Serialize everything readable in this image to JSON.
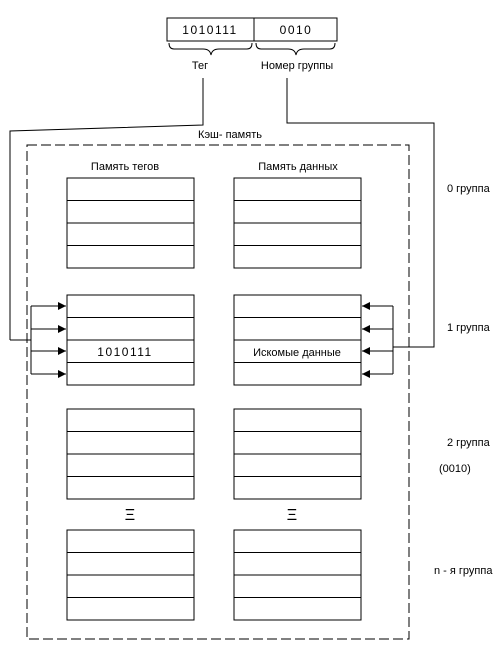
{
  "address": {
    "tag_value": "1010111",
    "group_value": "0010",
    "tag_label": "Тег",
    "group_label": "Номер группы"
  },
  "cache": {
    "title": "Кэш- память",
    "tag_memory_label": "Память тегов",
    "data_memory_label": "Память данных",
    "matched_tag": "1010111",
    "matched_data": "Искомые данные",
    "ellipsis": "Ξ"
  },
  "groups": {
    "g0": "0 группа",
    "g1": "1 группа",
    "g2": "2 группа",
    "g2_code": "(0010)",
    "gn": "n - я группа"
  }
}
